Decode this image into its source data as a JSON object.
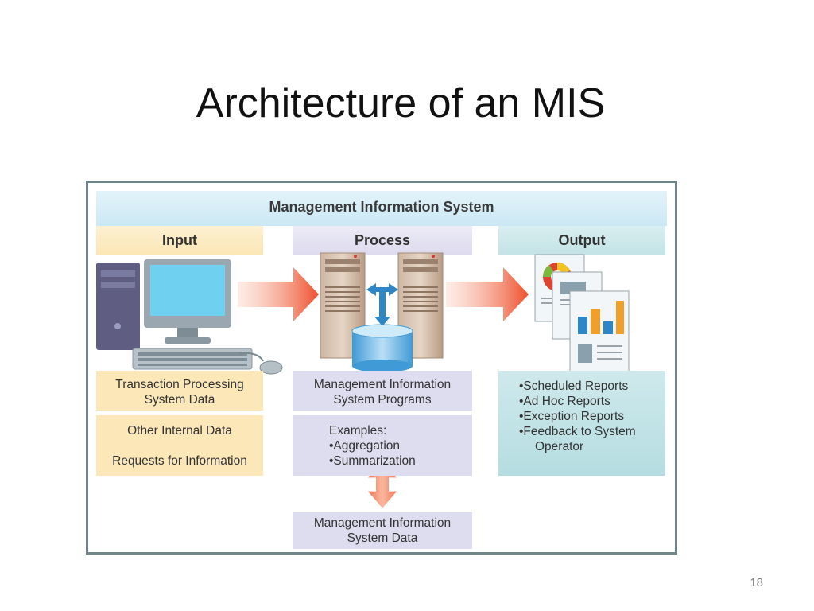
{
  "slide": {
    "title": "Architecture of an MIS",
    "page_number": "18"
  },
  "diagram": {
    "banner": "Management Information System",
    "input": {
      "heading": "Input",
      "box1_lines": [
        "Transaction Processing",
        "System Data"
      ],
      "box2_lines": [
        "Other Internal Data",
        "Requests for Information"
      ]
    },
    "process": {
      "heading": "Process",
      "box1_lines": [
        "Management Information",
        "System Programs"
      ],
      "box2_lines": [
        "Examples:",
        "•Aggregation",
        "•Summarization"
      ],
      "box3_lines": [
        "Management Information",
        "System Data"
      ]
    },
    "output": {
      "heading": "Output",
      "lines": [
        "•Scheduled Reports",
        "•Ad Hoc Reports",
        "•Exception Reports",
        "•Feedback to System",
        "Operator"
      ]
    },
    "icons": [
      "computer-icon",
      "server-icon",
      "database-icon",
      "report-icon",
      "arrow-icon"
    ],
    "colors": {
      "input": "#fbe7b8",
      "process": "#dedcef",
      "output": "#c3e3e6",
      "arrow": "#ee5a35"
    }
  }
}
